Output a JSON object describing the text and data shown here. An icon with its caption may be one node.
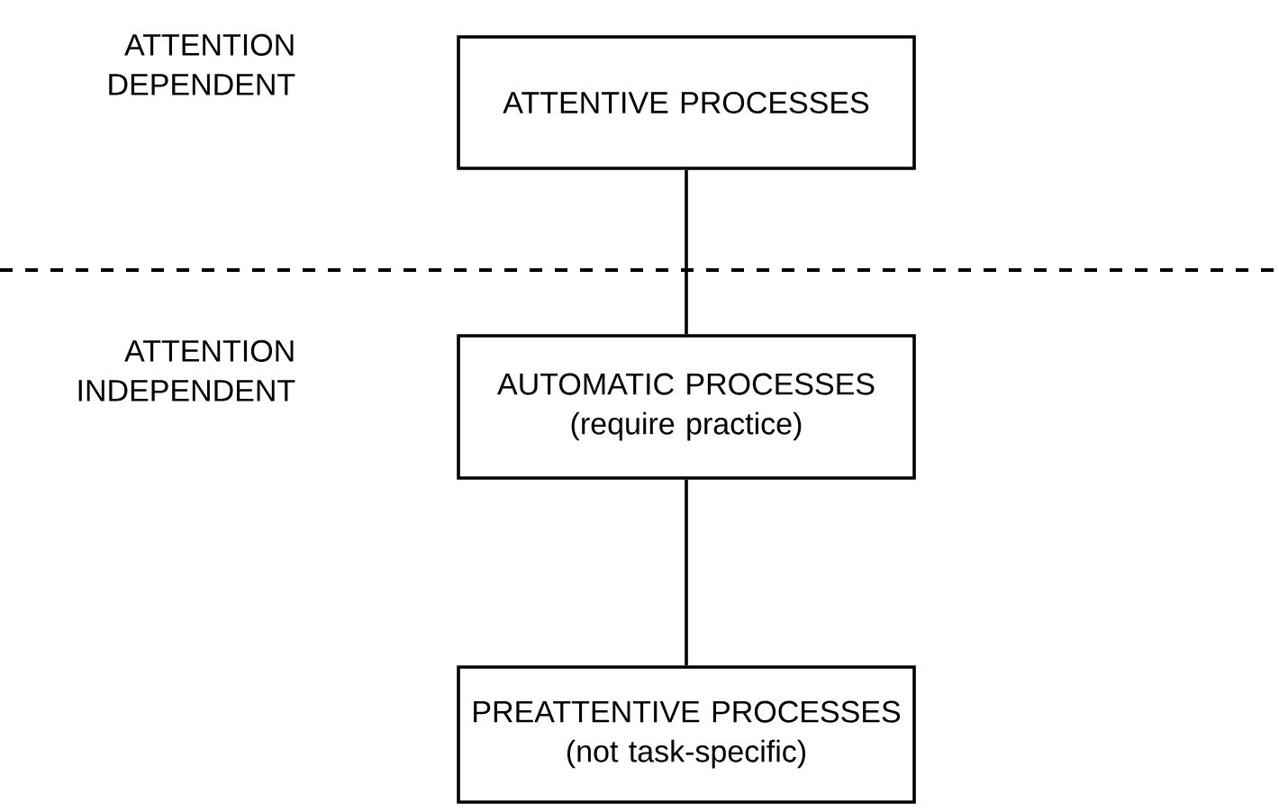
{
  "diagram": {
    "nodes": [
      {
        "text": [
          "ATTENTIVE PROCESSES"
        ]
      },
      {
        "text": [
          "AUTOMATIC PROCESSES",
          "(require practice)"
        ]
      },
      {
        "text": [
          "PREATTENTIVE PROCESSES",
          "(not task-specific)"
        ]
      }
    ],
    "edges": [
      {
        "from": 0,
        "to": 1,
        "arrow": "none"
      },
      {
        "from": 1,
        "to": 2,
        "arrow": "none"
      }
    ],
    "labels": [
      "ATTENTION DEPENDENT",
      "ATTENTION INDEPENDENT"
    ]
  }
}
